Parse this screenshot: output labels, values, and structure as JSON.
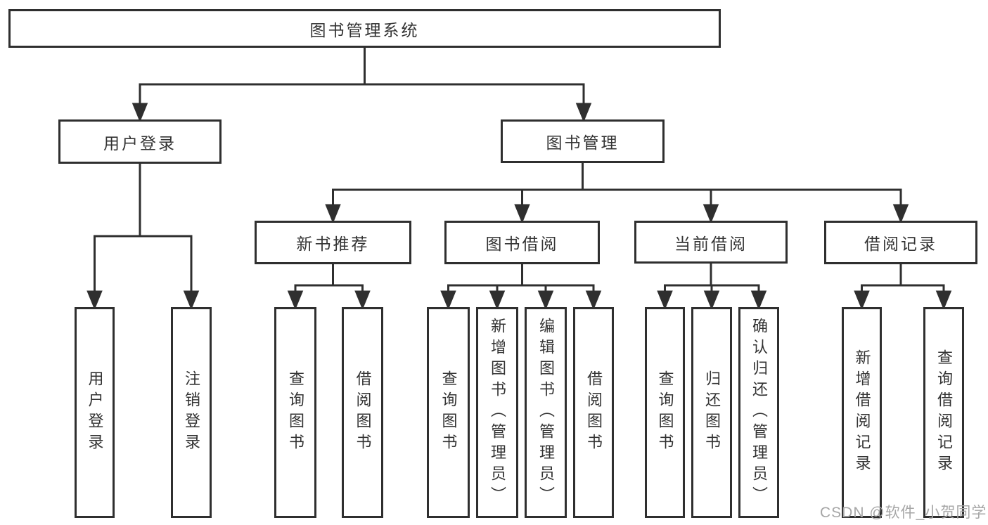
{
  "diagram": {
    "root": "图书管理系统",
    "level2": {
      "user_login": "用户登录",
      "book_management": "图书管理"
    },
    "level3": {
      "new_book_recommend": "新书推荐",
      "book_borrow": "图书借阅",
      "current_borrow": "当前借阅",
      "borrow_record": "借阅记录"
    },
    "leaves": {
      "user_login": "用户登录",
      "logout_login": "注销登录",
      "rec_query_book": "查询图书",
      "rec_borrow_book": "借阅图书",
      "bb_query_book": "查询图书",
      "bb_add_book_admin": "新增图书（管理员）",
      "bb_edit_book_admin": "编辑图书（管理员）",
      "bb_borrow_book": "借阅图书",
      "cb_query_book": "查询图书",
      "cb_return_book": "归还图书",
      "cb_confirm_return_admin": "确认归还（管理员）",
      "br_add_record": "新增借阅记录",
      "br_query_record": "查询借阅记录"
    },
    "watermark": "CSDN @软件_小贺同学",
    "colors": {
      "line": "#2f2f2f",
      "text": "#333333",
      "background": "#ffffff",
      "watermark": "#a6a6a6"
    }
  }
}
